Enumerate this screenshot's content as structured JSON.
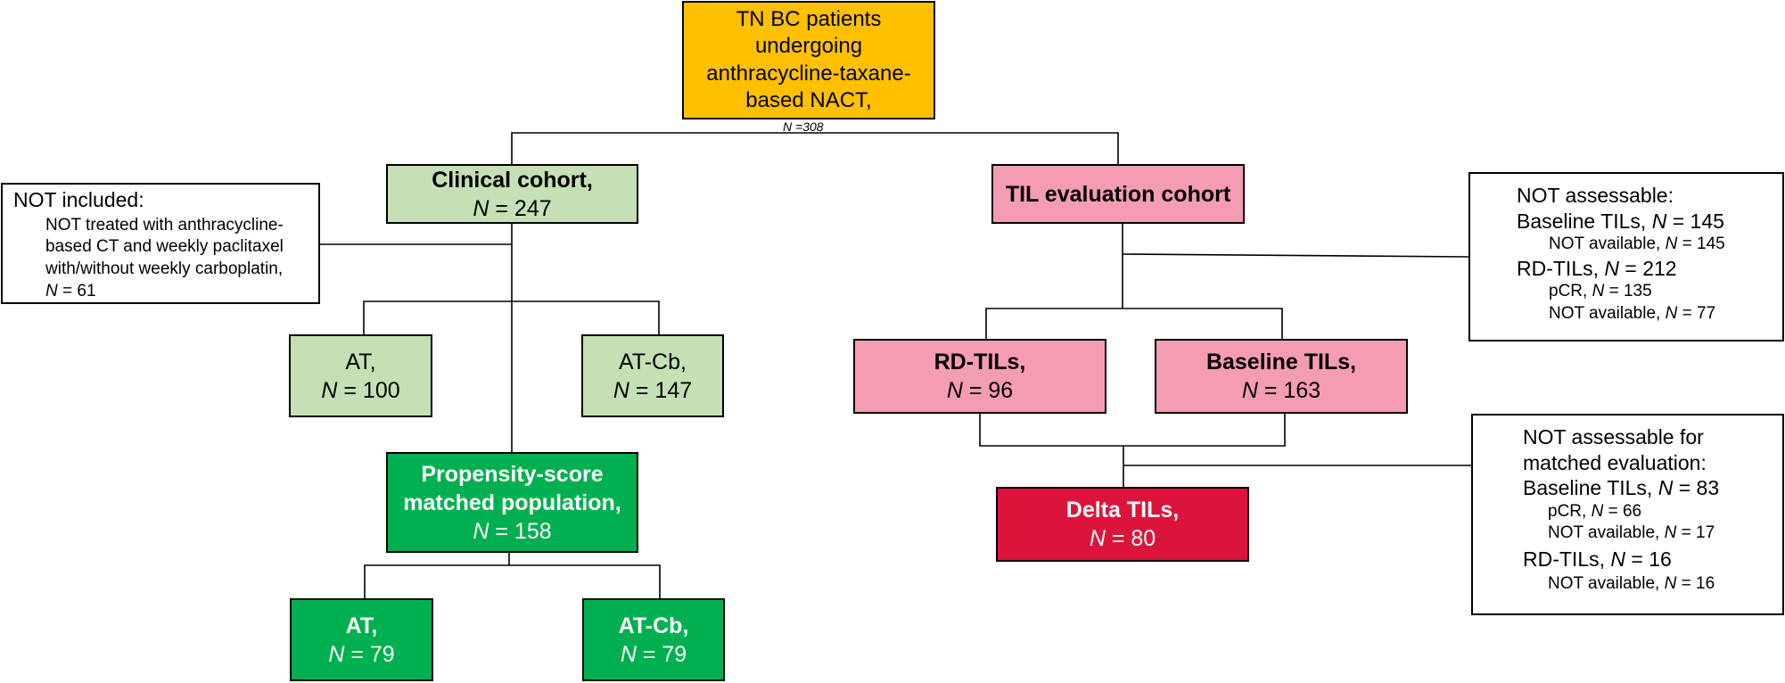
{
  "top": {
    "lines": [
      "TN BC patients",
      "undergoing",
      "anthracycline-taxane-",
      "based NACT,"
    ],
    "n_label": "N =308"
  },
  "clinical": {
    "title": "Clinical cohort,",
    "n": "N = 247"
  },
  "til_cohort": {
    "title": "TIL evaluation cohort"
  },
  "not_included": {
    "header": "NOT included:",
    "lines": [
      "NOT treated with anthracycline-",
      "based CT and weekly paclitaxel",
      "with/without weekly carboplatin,"
    ],
    "n": "N = 61"
  },
  "at_clinical": {
    "title": "AT,",
    "n": "N = 100"
  },
  "atcb_clinical": {
    "title": "AT-Cb,",
    "n": "N = 147"
  },
  "matched": {
    "lines": [
      "Propensity-score",
      "matched population,"
    ],
    "n": "N = 158"
  },
  "at_matched": {
    "title": "AT,",
    "n": "N = 79"
  },
  "atcb_matched": {
    "title": "AT-Cb,",
    "n": "N = 79"
  },
  "rd_tils": {
    "title": "RD-TILs,",
    "n": "N = 96"
  },
  "baseline_tils": {
    "title": "Baseline TILs,",
    "n": "N = 163"
  },
  "delta_tils": {
    "title": "Delta TILs,",
    "n": "N = 80"
  },
  "not_assessable": {
    "header": "NOT assessable:",
    "baseline": "Baseline TILs, N = 145",
    "baseline_na": "NOT available, N = 145",
    "rd": "RD-TILs, N = 212",
    "rd_pcr": "pCR, N = 135",
    "rd_na": "NOT available, N = 77"
  },
  "not_assessable_matched": {
    "header1": "NOT assessable for",
    "header2": "matched evaluation:",
    "baseline": "Baseline TILs, N = 83",
    "baseline_pcr": "pCR, N = 66",
    "baseline_na": "NOT available, N = 17",
    "rd": "RD-TILs, N = 16",
    "rd_na": "NOT available, N = 16"
  },
  "colors": {
    "top": "#FFC000",
    "clinical": "#C5E0B4",
    "matched": "#00B050",
    "til": "#F49CB2",
    "delta": "#DC143C"
  }
}
